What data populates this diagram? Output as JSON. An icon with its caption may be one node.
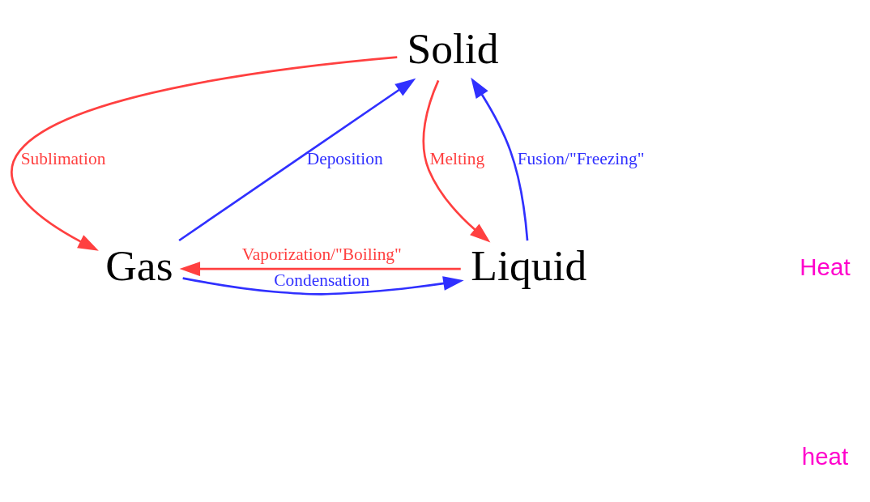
{
  "diagram": {
    "nodes": [
      {
        "text": [
          "Solid"
        ]
      },
      {
        "text": [
          "Gas"
        ]
      },
      {
        "text": [
          "Liquid"
        ]
      }
    ],
    "edges": [
      {
        "from": 0,
        "to": 1,
        "arrow": "to",
        "label": "Sublimation",
        "color": "#ff4040"
      },
      {
        "from": 1,
        "to": 0,
        "arrow": "to",
        "label": "Deposition",
        "color": "#3030ff"
      },
      {
        "from": 0,
        "to": 2,
        "arrow": "to",
        "label": "Melting",
        "color": "#ff4040"
      },
      {
        "from": 2,
        "to": 0,
        "arrow": "to",
        "label": "Fusion/\"Freezing\"",
        "color": "#3030ff"
      },
      {
        "from": 1,
        "to": 2,
        "arrow": "to",
        "label": "Condensation",
        "color": "#3030ff"
      },
      {
        "from": 2,
        "to": 1,
        "arrow": "to",
        "label": "Vaporization/\"Boiling\"",
        "color": "#ff4040"
      }
    ],
    "labels": [
      "Heat",
      "heat"
    ]
  }
}
